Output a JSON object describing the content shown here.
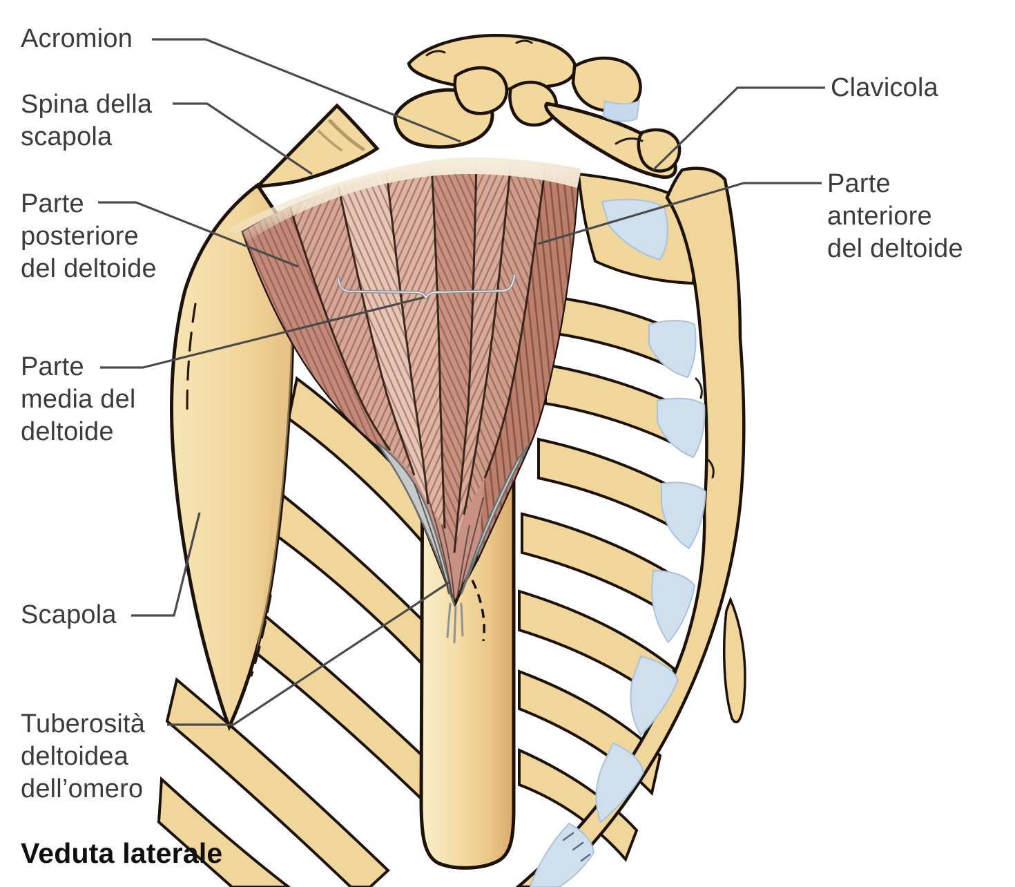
{
  "figure": {
    "caption": "Veduta laterale",
    "type": "anatomical-diagram",
    "subject": "Muscolo deltoide, spalla"
  },
  "labels": {
    "acromion": {
      "lines": [
        "Acromion"
      ]
    },
    "spina_della_scapola": {
      "lines": [
        "Spina della",
        "scapola"
      ]
    },
    "parte_posteriore_del_deltoide": {
      "lines": [
        "Parte",
        "posteriore",
        "del deltoide"
      ]
    },
    "parte_media_del_deltoide": {
      "lines": [
        "Parte",
        "media del",
        "deltoide"
      ]
    },
    "scapola": {
      "lines": [
        "Scapola"
      ]
    },
    "tuberosita_deltoidea_dell_omero": {
      "lines": [
        "Tuberosità",
        "deltoidea",
        "dell’omero"
      ]
    },
    "clavicola": {
      "lines": [
        "Clavicola"
      ]
    },
    "parte_anteriore_del_deltoide": {
      "lines": [
        "Parte",
        "anteriore",
        "del deltoide"
      ]
    }
  },
  "colors": {
    "background": "#ffffff",
    "bone": "#f3d89e",
    "bone_shadow": "#e0b278",
    "muscle_base": "#c99184",
    "muscle_striation": "#6f3c32",
    "muscle_light": "#e8c6b5",
    "cartilage_blue": "#cfdfee",
    "tendon_gray": "#c6cacb",
    "outline": "#1c1208",
    "leader_line": "#4a4a4a",
    "label_text": "#3b3b3b"
  }
}
